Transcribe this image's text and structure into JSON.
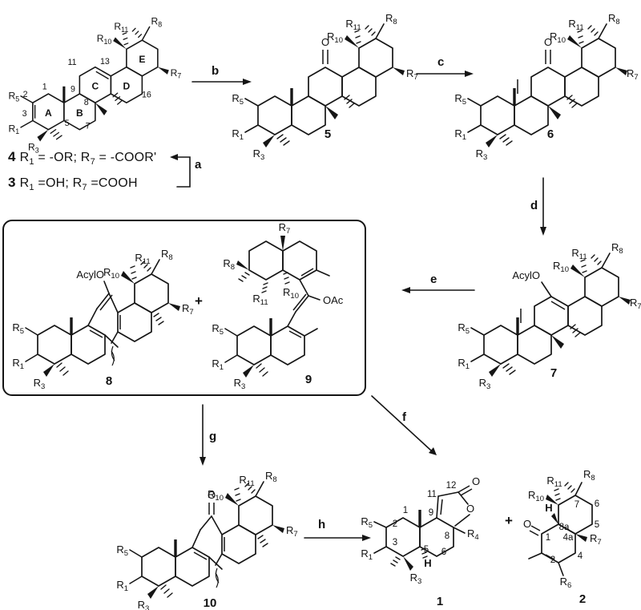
{
  "rgroups": {
    "R1": {
      "b": "R",
      "s": "1"
    },
    "R3": {
      "b": "R",
      "s": "3"
    },
    "R4": {
      "b": "R",
      "s": "4"
    },
    "R5": {
      "b": "R",
      "s": "5"
    },
    "R6": {
      "b": "R",
      "s": "6"
    },
    "R7": {
      "b": "R",
      "s": "7"
    },
    "R8": {
      "b": "R",
      "s": "8"
    },
    "R10": {
      "b": "R",
      "s": "10"
    },
    "R11": {
      "b": "R",
      "s": "11"
    }
  },
  "atoms": {
    "O": "O",
    "H": "H",
    "OAc": "OAc",
    "AcylO": "AcylO"
  },
  "ring_letters": {
    "A": "A",
    "B": "B",
    "C": "C",
    "D": "D",
    "E": "E"
  },
  "locants": {
    "n1": "1",
    "n2": "2",
    "n3": "3",
    "n4": "4",
    "n4a": "4a",
    "n5": "5",
    "n6": "6",
    "n7": "7",
    "n8": "8",
    "n8a": "8a",
    "n9": "9",
    "n11": "11",
    "n12": "12",
    "n13": "13",
    "n16": "16"
  },
  "nums": {
    "s1": "1",
    "s2": "2",
    "s3": "3",
    "s4": "4",
    "s5": "5",
    "s6": "6",
    "s7": "7",
    "s8": "8",
    "s9": "9",
    "s10": "10"
  },
  "steps": {
    "a": "a",
    "b": "b",
    "c": "c",
    "d": "d",
    "e": "e",
    "f": "f",
    "g": "g",
    "h": "h"
  },
  "plus": "+",
  "captions": {
    "line1": {
      "num": "4",
      "p1": "R",
      "s1": "1",
      "p2": " = -OR; R",
      "s2": "7",
      "p3": " = -COOR'"
    },
    "line2": {
      "num": "3",
      "p1": "R",
      "s1": "1",
      "p2": " =OH; R",
      "s2": "7",
      "p3": " =COOH"
    }
  },
  "colors": {
    "ink": "#151515",
    "background": "#ffffff"
  }
}
